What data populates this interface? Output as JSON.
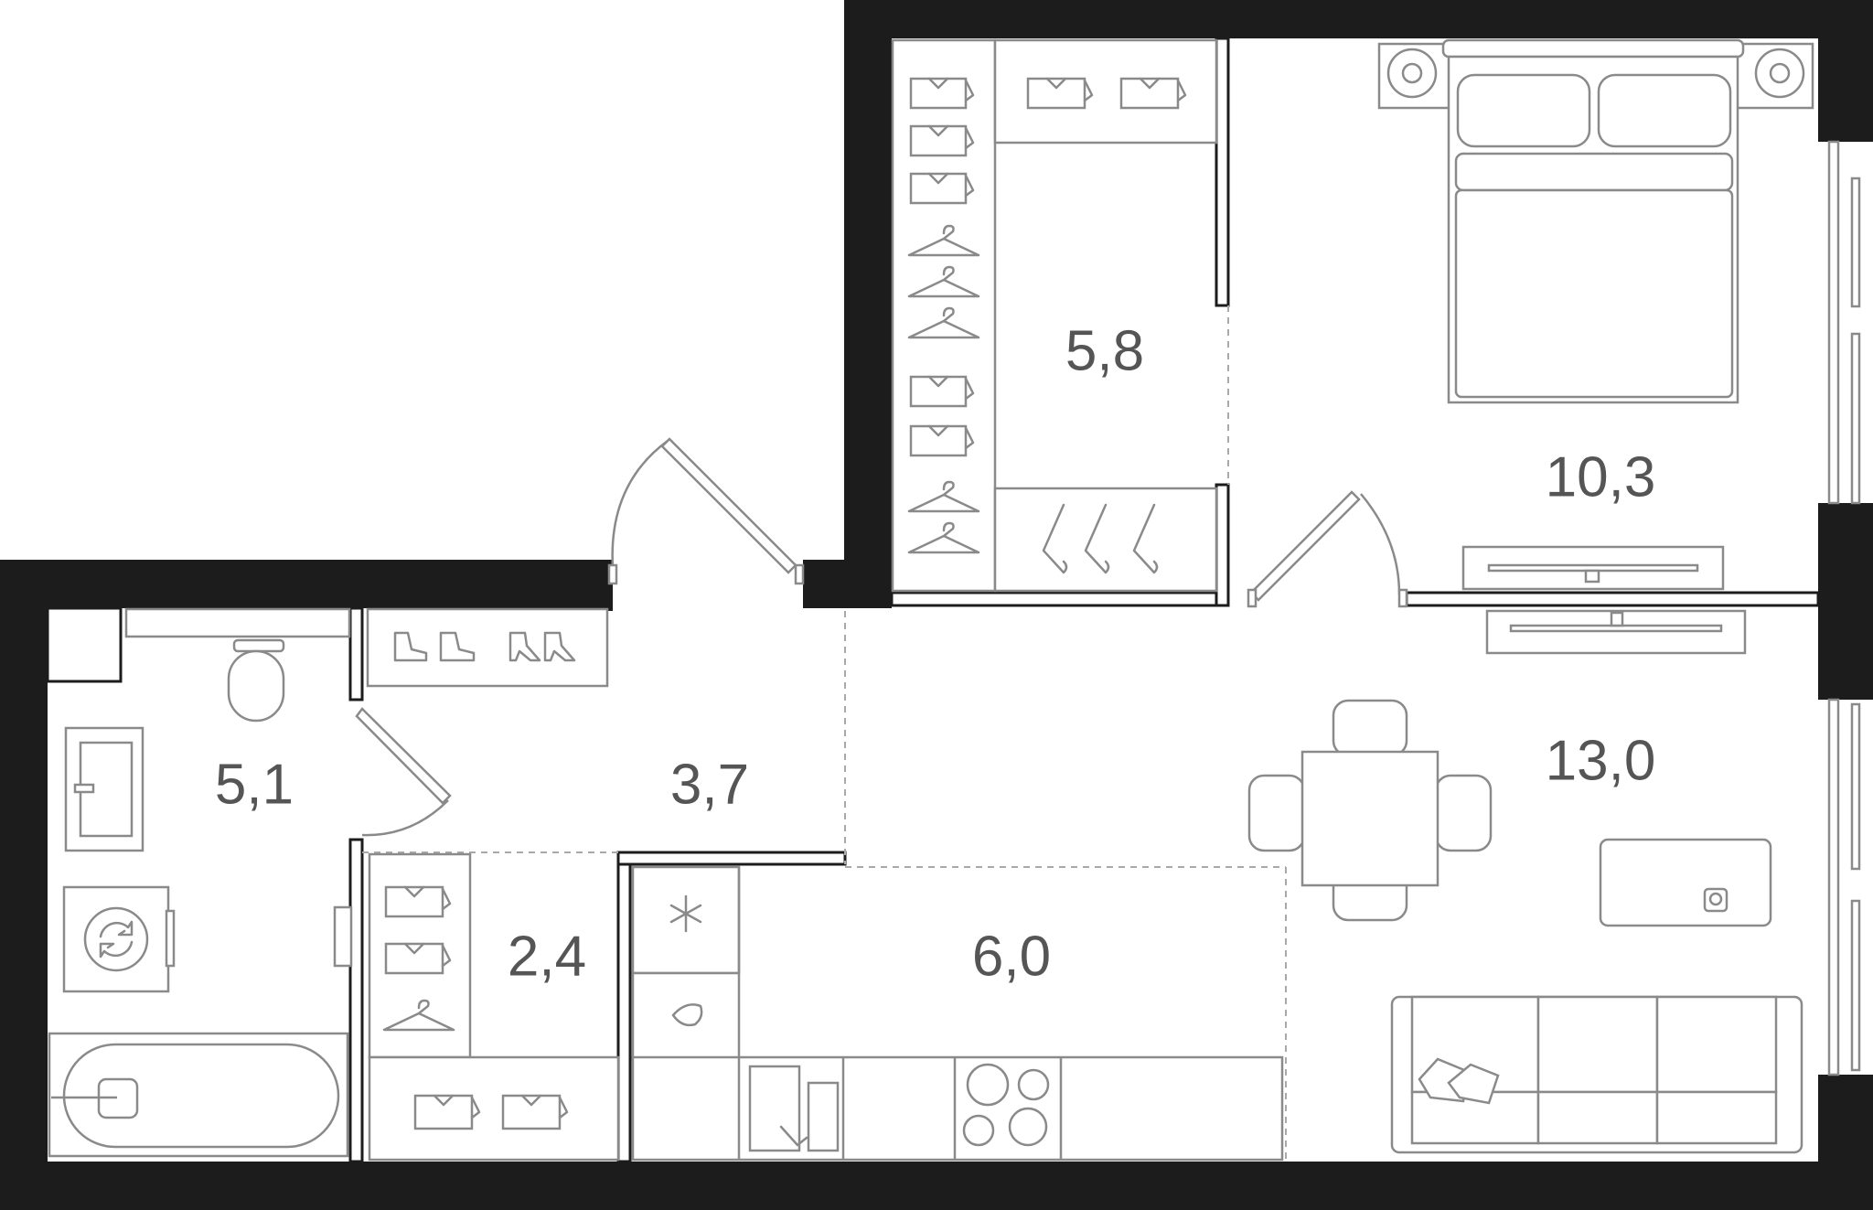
{
  "rooms": [
    {
      "id": "walk-in-closet",
      "area": "5,8"
    },
    {
      "id": "bedroom",
      "area": "10,3"
    },
    {
      "id": "bathroom",
      "area": "5,1"
    },
    {
      "id": "hallway",
      "area": "3,7"
    },
    {
      "id": "storage",
      "area": "2,4"
    },
    {
      "id": "kitchen",
      "area": "6,0"
    },
    {
      "id": "living-room",
      "area": "13,0"
    }
  ]
}
